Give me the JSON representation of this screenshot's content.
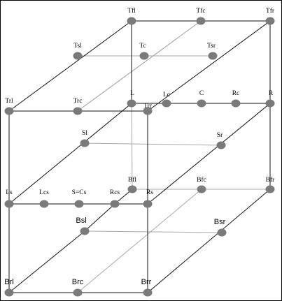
{
  "diagram": {
    "nodes": [
      {
        "id": "Tfl",
        "label": "Tfl"
      },
      {
        "id": "Tfc",
        "label": "Tfc"
      },
      {
        "id": "Tfr",
        "label": "Tfr"
      },
      {
        "id": "Tsl",
        "label": "Tsl"
      },
      {
        "id": "Tc",
        "label": "Tc"
      },
      {
        "id": "Tsr",
        "label": "Tsr"
      },
      {
        "id": "Trl",
        "label": "Trl"
      },
      {
        "id": "Trc",
        "label": "Trc"
      },
      {
        "id": "Trr",
        "label": "Trr"
      },
      {
        "id": "L",
        "label": "L"
      },
      {
        "id": "Lc",
        "label": "Lc"
      },
      {
        "id": "C",
        "label": "C"
      },
      {
        "id": "Rc",
        "label": "Rc"
      },
      {
        "id": "R",
        "label": "R"
      },
      {
        "id": "Sl",
        "label": "Sl"
      },
      {
        "id": "Sr",
        "label": "Sr"
      },
      {
        "id": "Ls",
        "label": "Ls"
      },
      {
        "id": "Lcs",
        "label": "Lcs"
      },
      {
        "id": "SCs",
        "label": "S=Cs"
      },
      {
        "id": "Rcs",
        "label": "Rcs"
      },
      {
        "id": "Rs",
        "label": "Rs"
      },
      {
        "id": "Bfl",
        "label": "Bfl"
      },
      {
        "id": "Bfc",
        "label": "Bfc"
      },
      {
        "id": "Bfr",
        "label": "Bfr"
      },
      {
        "id": "Bsl",
        "label": "Bsl"
      },
      {
        "id": "Bsr",
        "label": "Bsr"
      },
      {
        "id": "Brl",
        "label": "Brl"
      },
      {
        "id": "Brc",
        "label": "Brc"
      },
      {
        "id": "Brr",
        "label": "Brr"
      }
    ],
    "colors": {
      "node": "#7a7a7a",
      "edge_dark": "#111111",
      "edge_light": "#a8a8a8"
    }
  }
}
